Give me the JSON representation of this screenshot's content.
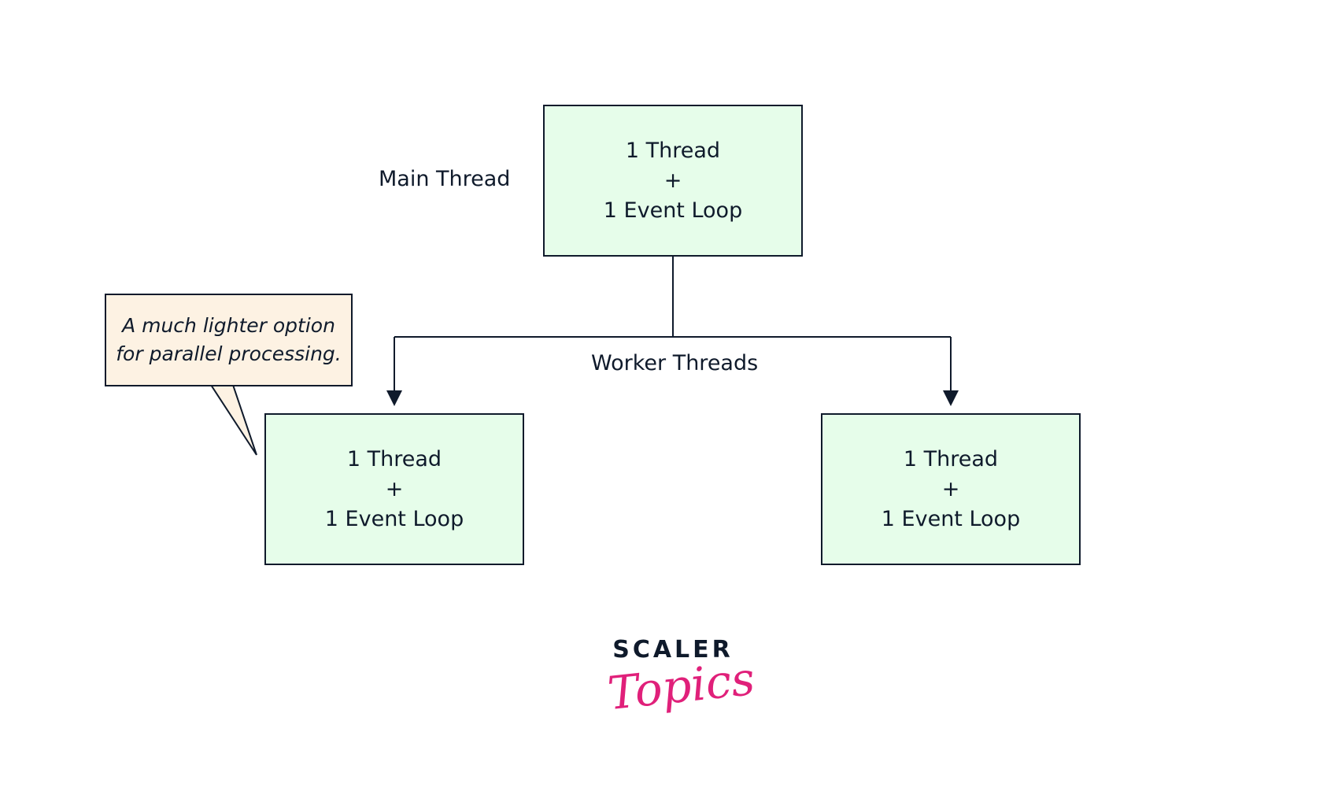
{
  "main_thread": {
    "label": "Main Thread",
    "box": {
      "line1": "1 Thread",
      "line2": "+",
      "line3": "1 Event Loop"
    }
  },
  "worker_threads": {
    "label": "Worker Threads",
    "boxes": [
      {
        "line1": "1 Thread",
        "line2": "+",
        "line3": "1 Event Loop"
      },
      {
        "line1": "1 Thread",
        "line2": "+",
        "line3": "1 Event Loop"
      }
    ]
  },
  "callout": {
    "line1": "A much lighter option",
    "line2": "for parallel processing."
  },
  "logo": {
    "wordmark": "SCALER",
    "script": "Topics"
  },
  "colors": {
    "box_fill": "#e6fdea",
    "callout_fill": "#fdf2e3",
    "stroke": "#0f1a2b",
    "logo_pink": "#e0207a"
  }
}
